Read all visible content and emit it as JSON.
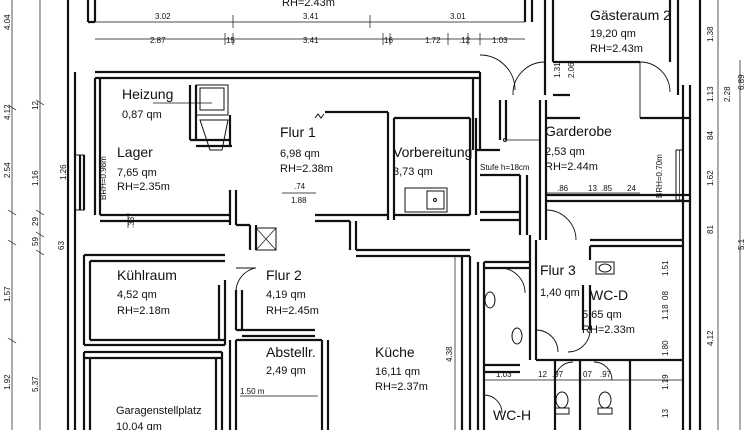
{
  "rooms": [
    {
      "id": "heizung",
      "name": "Heizung",
      "info": [
        "0,87 qm"
      ]
    },
    {
      "id": "lager",
      "name": "Lager",
      "info": [
        "7,65 qm",
        "RH=2.35m"
      ]
    },
    {
      "id": "flur1",
      "name": "Flur 1",
      "info": [
        "6,98 qm",
        "RH=2.38m"
      ]
    },
    {
      "id": "vorbereitung",
      "name": "Vorbereitung",
      "info": [
        "3,73 qm"
      ]
    },
    {
      "id": "gaesteraum2",
      "name": "Gästeraum 2",
      "info": [
        "19,20 qm",
        "RH=2.43m"
      ]
    },
    {
      "id": "garderobe",
      "name": "Garderobe",
      "info": [
        "2,53 qm",
        "RH=2.44m"
      ]
    },
    {
      "id": "kuehlraum",
      "name": "Kühlraum",
      "info": [
        "4,52 qm",
        "RH=2.18m"
      ]
    },
    {
      "id": "flur2",
      "name": "Flur 2",
      "info": [
        "4,19 qm",
        "RH=2.45m"
      ]
    },
    {
      "id": "flur3",
      "name": "Flur 3",
      "info": [
        "1,40 qm"
      ]
    },
    {
      "id": "wcd",
      "name": "WC-D",
      "info": [
        "5,65 qm",
        "RH=2.33m"
      ]
    },
    {
      "id": "abstellr",
      "name": "Abstellr.",
      "info": [
        "2,49 qm"
      ]
    },
    {
      "id": "kueche",
      "name": "Küche",
      "info": [
        "16,11 qm",
        "RH=2.37m"
      ]
    },
    {
      "id": "garagen",
      "name": "Garagenstellplatz",
      "info": [
        "10,04 qm"
      ]
    },
    {
      "id": "wch",
      "name": "WC-H",
      "info": []
    }
  ],
  "notes": {
    "top_rh": "RH=2.43m",
    "stufe": "Stufe h=18cm",
    "brh_left": "BRH=0.98m",
    "brh_right": "BRH=0.70m",
    "level_150": "1.50 m"
  },
  "dimensions": {
    "top_row1": [
      "3.02",
      "3.41",
      "3.01"
    ],
    "top_row2": [
      "2.87",
      "15",
      "3.41",
      "16",
      "1.72",
      ".12",
      "1.03"
    ],
    "flur_small": [
      ".74",
      "1.88"
    ],
    "lager_small": [
      ".33"
    ],
    "garderobe_row": [
      ".86",
      "13",
      ".85",
      "24"
    ],
    "kueche_height": "4.38",
    "wc_row": [
      "1.03",
      "12",
      ".97",
      "07",
      ".97"
    ],
    "flur3_vert": [
      "1.31",
      "2.06"
    ],
    "left_col": [
      "4.04",
      "4.12",
      "12",
      "2.54",
      "1.16",
      "1.26",
      "29",
      "59",
      "63",
      "1.57",
      "1.92",
      "5.37"
    ],
    "right_col_a": [
      "1.38",
      "1.13",
      "84",
      "1.62",
      "81",
      "1.51",
      "4.12",
      "1.19"
    ],
    "right_col_b": [
      "2.28",
      "1.18",
      "1.80",
      "08",
      "13"
    ],
    "right_col_c": [
      "6.89",
      "5.1"
    ]
  }
}
